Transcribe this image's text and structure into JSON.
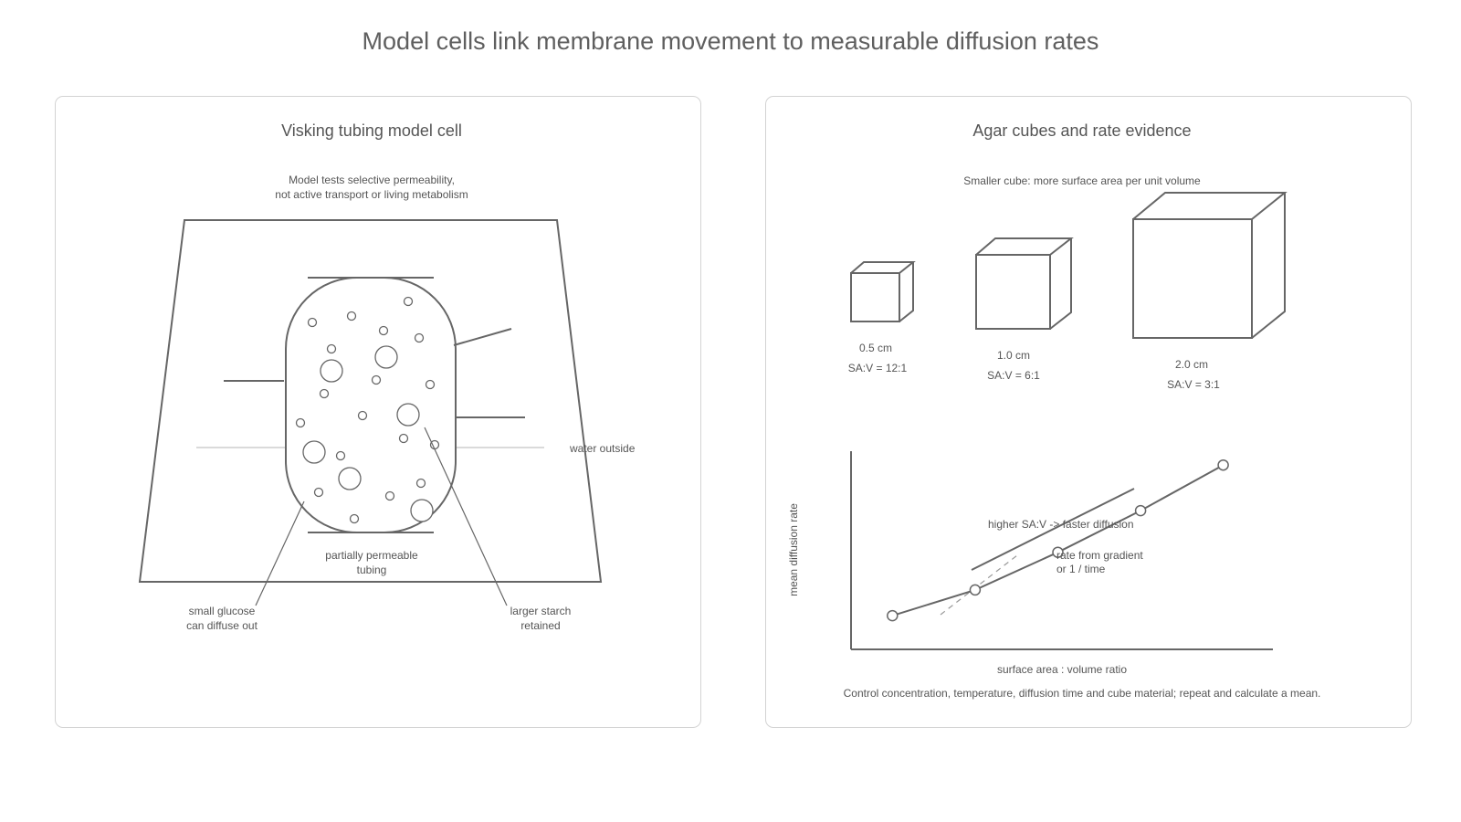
{
  "title": "Model cells link membrane movement to measurable diffusion rates",
  "left_panel": {
    "title": "Visking tubing model cell",
    "note_line1": "Model tests selective permeability,",
    "note_line2": "not active transport or living metabolism",
    "water_label": "water outside",
    "tubing_label_line1": "partially permeable",
    "tubing_label_line2": "tubing",
    "glucose_label_line1": "small glucose",
    "glucose_label_line2": "can diffuse out",
    "starch_label_line1": "larger starch",
    "starch_label_line2": "retained"
  },
  "right_panel": {
    "title": "Agar cubes and rate evidence",
    "cubes_caption": "Smaller cube: more surface area per unit volume",
    "cubes": [
      {
        "size": "0.5 cm",
        "ratio": "SA:V = 12:1"
      },
      {
        "size": "1.0 cm",
        "ratio": "SA:V = 6:1"
      },
      {
        "size": "2.0 cm",
        "ratio": "SA:V = 3:1"
      }
    ],
    "footer": "Control concentration, temperature, diffusion time and cube material; repeat and calculate a mean."
  },
  "chart_data": {
    "type": "line",
    "xlabel": "surface area : volume ratio",
    "ylabel": "mean diffusion rate",
    "annotations": [
      "higher SA:V -> faster diffusion",
      "rate from gradient",
      "or 1 / time"
    ],
    "series": [
      {
        "x": [
          1,
          2,
          3,
          4,
          5
        ],
        "y": [
          0.17,
          0.3,
          0.49,
          0.7,
          0.93
        ]
      }
    ],
    "xlim": [
      0.5,
      5.6
    ],
    "ylim": [
      0,
      1.0
    ],
    "grid": false
  }
}
